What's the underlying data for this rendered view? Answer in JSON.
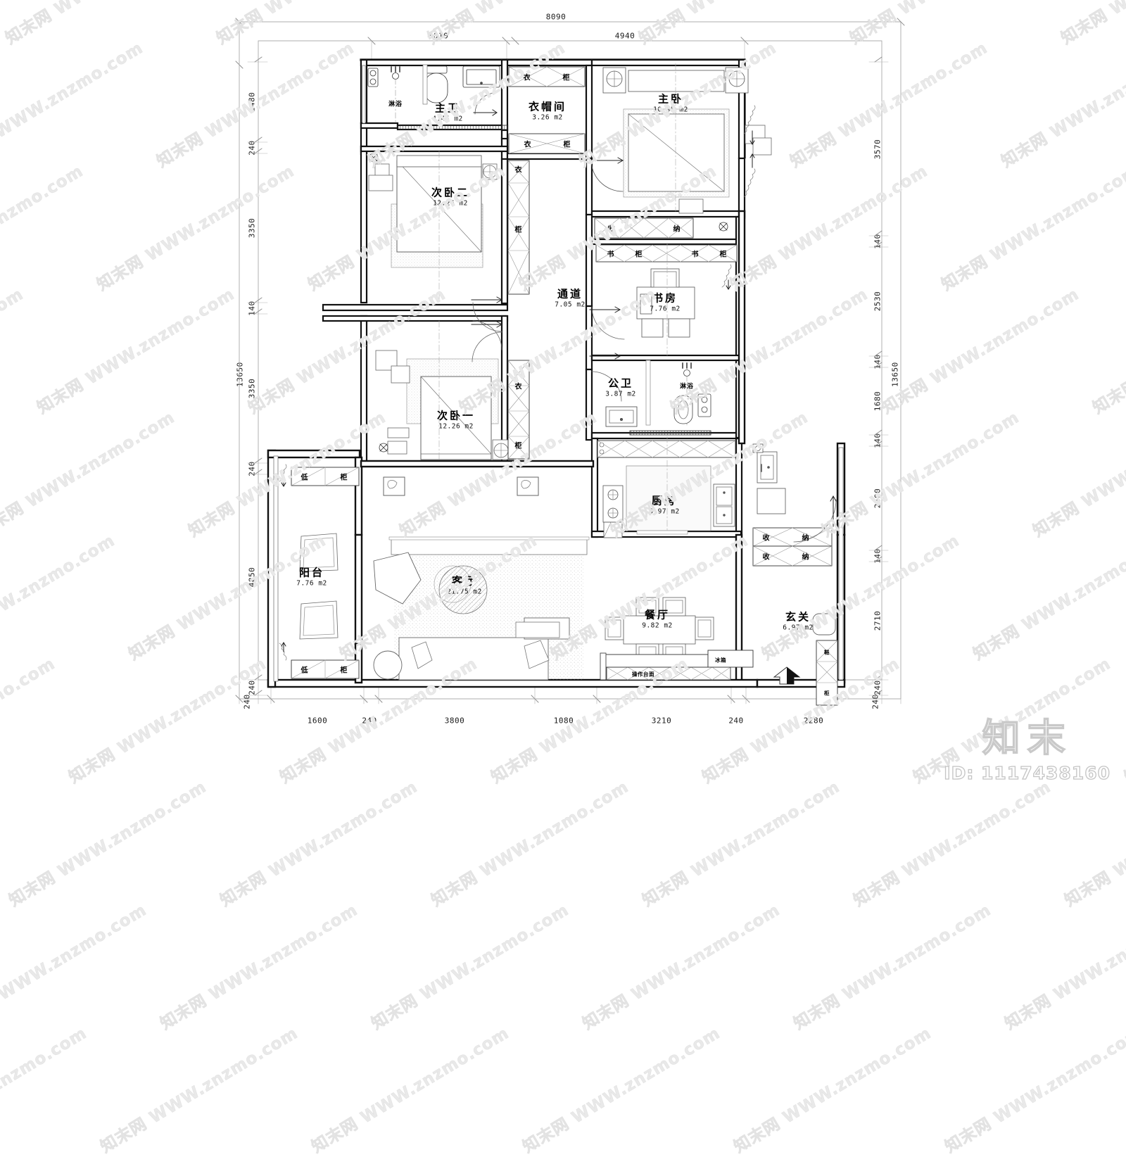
{
  "drawing": {
    "type": "architectural-floor-plan",
    "units": "mm",
    "overall_width": 8090,
    "overall_height": 13650
  },
  "dimensions": {
    "top_outer": [
      "8090"
    ],
    "top_inner": [
      "3010",
      "4940"
    ],
    "bottom": [
      "1600",
      "240",
      "3800",
      "1080",
      "3210",
      "240",
      "2280"
    ],
    "bottom_left_corner": "240",
    "bottom_right_corner": "240",
    "left_outer": [
      "13650"
    ],
    "left_inner": [
      "1480",
      "240",
      "3350",
      "140",
      "3350",
      "240",
      "4850",
      "240"
    ],
    "right_outer": [
      "13650"
    ],
    "right_inner": [
      "3570",
      "140",
      "2530",
      "140",
      "1680",
      "140",
      "2600",
      "140",
      "2710",
      "240"
    ]
  },
  "rooms": [
    {
      "id": "master-bath",
      "name": "主卫",
      "area": "4.45 m2"
    },
    {
      "id": "walk-in-closet",
      "name": "衣帽间",
      "area": "3.26 m2"
    },
    {
      "id": "master-bedroom",
      "name": "主卧",
      "area": "10.95 m2"
    },
    {
      "id": "bedroom-two",
      "name": "次卧二",
      "area": "12.26 m2"
    },
    {
      "id": "corridor",
      "name": "通道",
      "area": "7.05 m2"
    },
    {
      "id": "study",
      "name": "书房",
      "area": "7.76 m2"
    },
    {
      "id": "bedroom-one",
      "name": "次卧一",
      "area": "12.26 m2"
    },
    {
      "id": "public-bath",
      "name": "公卫",
      "area": "3.87 m2"
    },
    {
      "id": "kitchen",
      "name": "厨房",
      "area": "6.97 m2"
    },
    {
      "id": "balcony",
      "name": "阳台",
      "area": "7.76 m2"
    },
    {
      "id": "living-room",
      "name": "客厅",
      "area": "21.75 m2"
    },
    {
      "id": "dining-room",
      "name": "餐厅",
      "area": "9.82 m2"
    },
    {
      "id": "entrance",
      "name": "玄关",
      "area": "6.97 m2"
    }
  ],
  "fixture_labels": {
    "shower_master": "淋浴",
    "shower_public": "淋浴",
    "countertop": "操作台面",
    "refrigerator": "冰箱",
    "wardrobe_char_1": "衣",
    "wardrobe_char_2": "柜",
    "storage_char_1": "收",
    "storage_char_2": "纳",
    "bookcase_char_1": "书",
    "bookcase_char_2": "柜",
    "lowcab_char_1": "低",
    "lowcab_char_2": "柜",
    "shoecab_char_1": "鞋",
    "shoecab_char_2": "柜"
  },
  "watermark": {
    "text": "知末网 WWW.znzmo.com",
    "brand_logo": "知末",
    "id_label": "ID: 1117438160",
    "color": "#e9e9e9"
  },
  "colors": {
    "wall": "#1a1a1a",
    "thin_line": "#6d6d6d",
    "dim_line": "#9a9a9a",
    "hatch": "#bdbdbd",
    "carpet": "#d9d9d9"
  }
}
